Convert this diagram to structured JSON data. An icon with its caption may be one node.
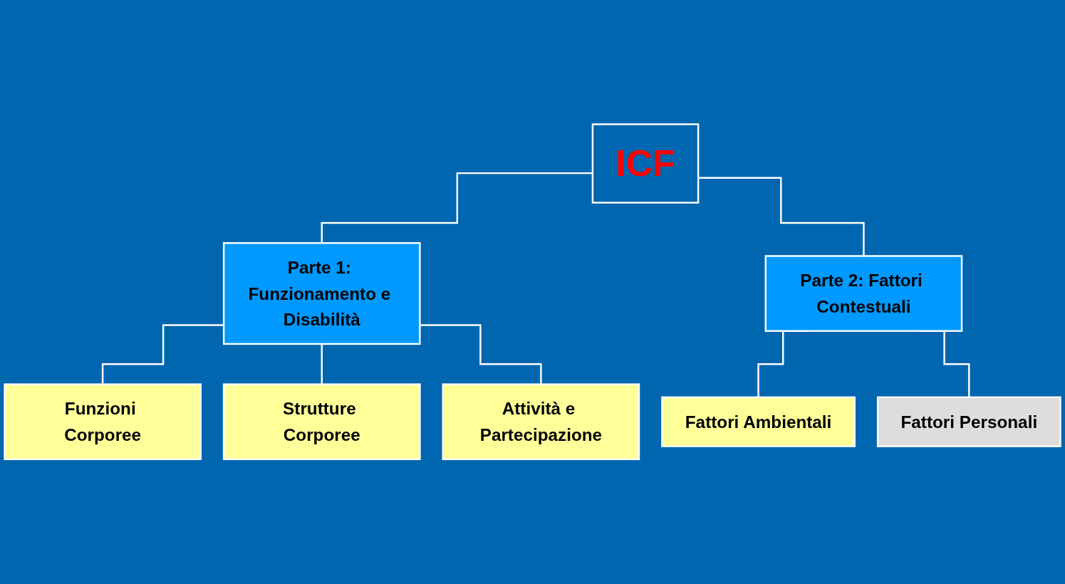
{
  "diagram": {
    "nodes": [
      {
        "text": [
          "ICF"
        ]
      },
      {
        "text": [
          "Parte 1: Funzionamento e Disabilità"
        ]
      },
      {
        "text": [
          "Parte 2: Fattori Contestuali"
        ]
      },
      {
        "text": [
          "Funzioni Corporee"
        ]
      },
      {
        "text": [
          "Strutture Corporee"
        ]
      },
      {
        "text": [
          "Attività e Partecipazione"
        ]
      },
      {
        "text": [
          "Fattori Ambientali"
        ]
      },
      {
        "text": [
          "Fattori Personali"
        ]
      }
    ],
    "edges": [
      {
        "from": 0,
        "to": 1,
        "arrow": "none"
      },
      {
        "from": 0,
        "to": 2,
        "arrow": "none"
      },
      {
        "from": 1,
        "to": 3,
        "arrow": "none"
      },
      {
        "from": 1,
        "to": 4,
        "arrow": "none"
      },
      {
        "from": 1,
        "to": 5,
        "arrow": "none"
      },
      {
        "from": 2,
        "to": 6,
        "arrow": "none"
      },
      {
        "from": 2,
        "to": 7,
        "arrow": "none"
      }
    ]
  }
}
